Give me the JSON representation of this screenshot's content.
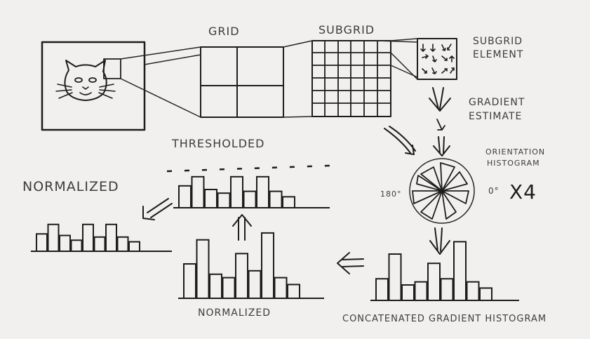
{
  "labels": {
    "grid": "GRID",
    "subgrid": "SUBGRID",
    "subgrid_element_1": "SUBGRID",
    "subgrid_element_2": "ELEMENT",
    "gradient_estimate_1": "GRADIENT",
    "gradient_estimate_2": "ESTIMATE",
    "orientation_histogram_1": "ORIENTATION",
    "orientation_histogram_2": "HISTOGRAM",
    "angle_180": "180°",
    "angle_0": "0°",
    "times_four": "X4",
    "thresholded": "THRESHOLDED",
    "normalized_top": "NORMALIZED",
    "normalized_bottom": "NORMALIZED",
    "concatenated": "CONCATENATED GRADIENT HISTOGRAM"
  },
  "colors": {
    "ink": "#1d1d1d",
    "text": "#3c3c3c",
    "paper": "#f1f0ee"
  },
  "histograms": {
    "concatenated": [
      0.35,
      0.75,
      0.25,
      0.3,
      0.6,
      0.35,
      0.95,
      0.3,
      0.2
    ],
    "normalized": [
      0.5,
      0.85,
      0.35,
      0.3,
      0.65,
      0.4,
      0.95,
      0.3,
      0.2
    ],
    "thresholded": [
      0.6,
      0.85,
      0.5,
      0.4,
      0.85,
      0.45,
      0.85,
      0.45,
      0.3
    ],
    "normalized_final": [
      0.55,
      0.85,
      0.5,
      0.35,
      0.85,
      0.45,
      0.85,
      0.45,
      0.3
    ]
  }
}
